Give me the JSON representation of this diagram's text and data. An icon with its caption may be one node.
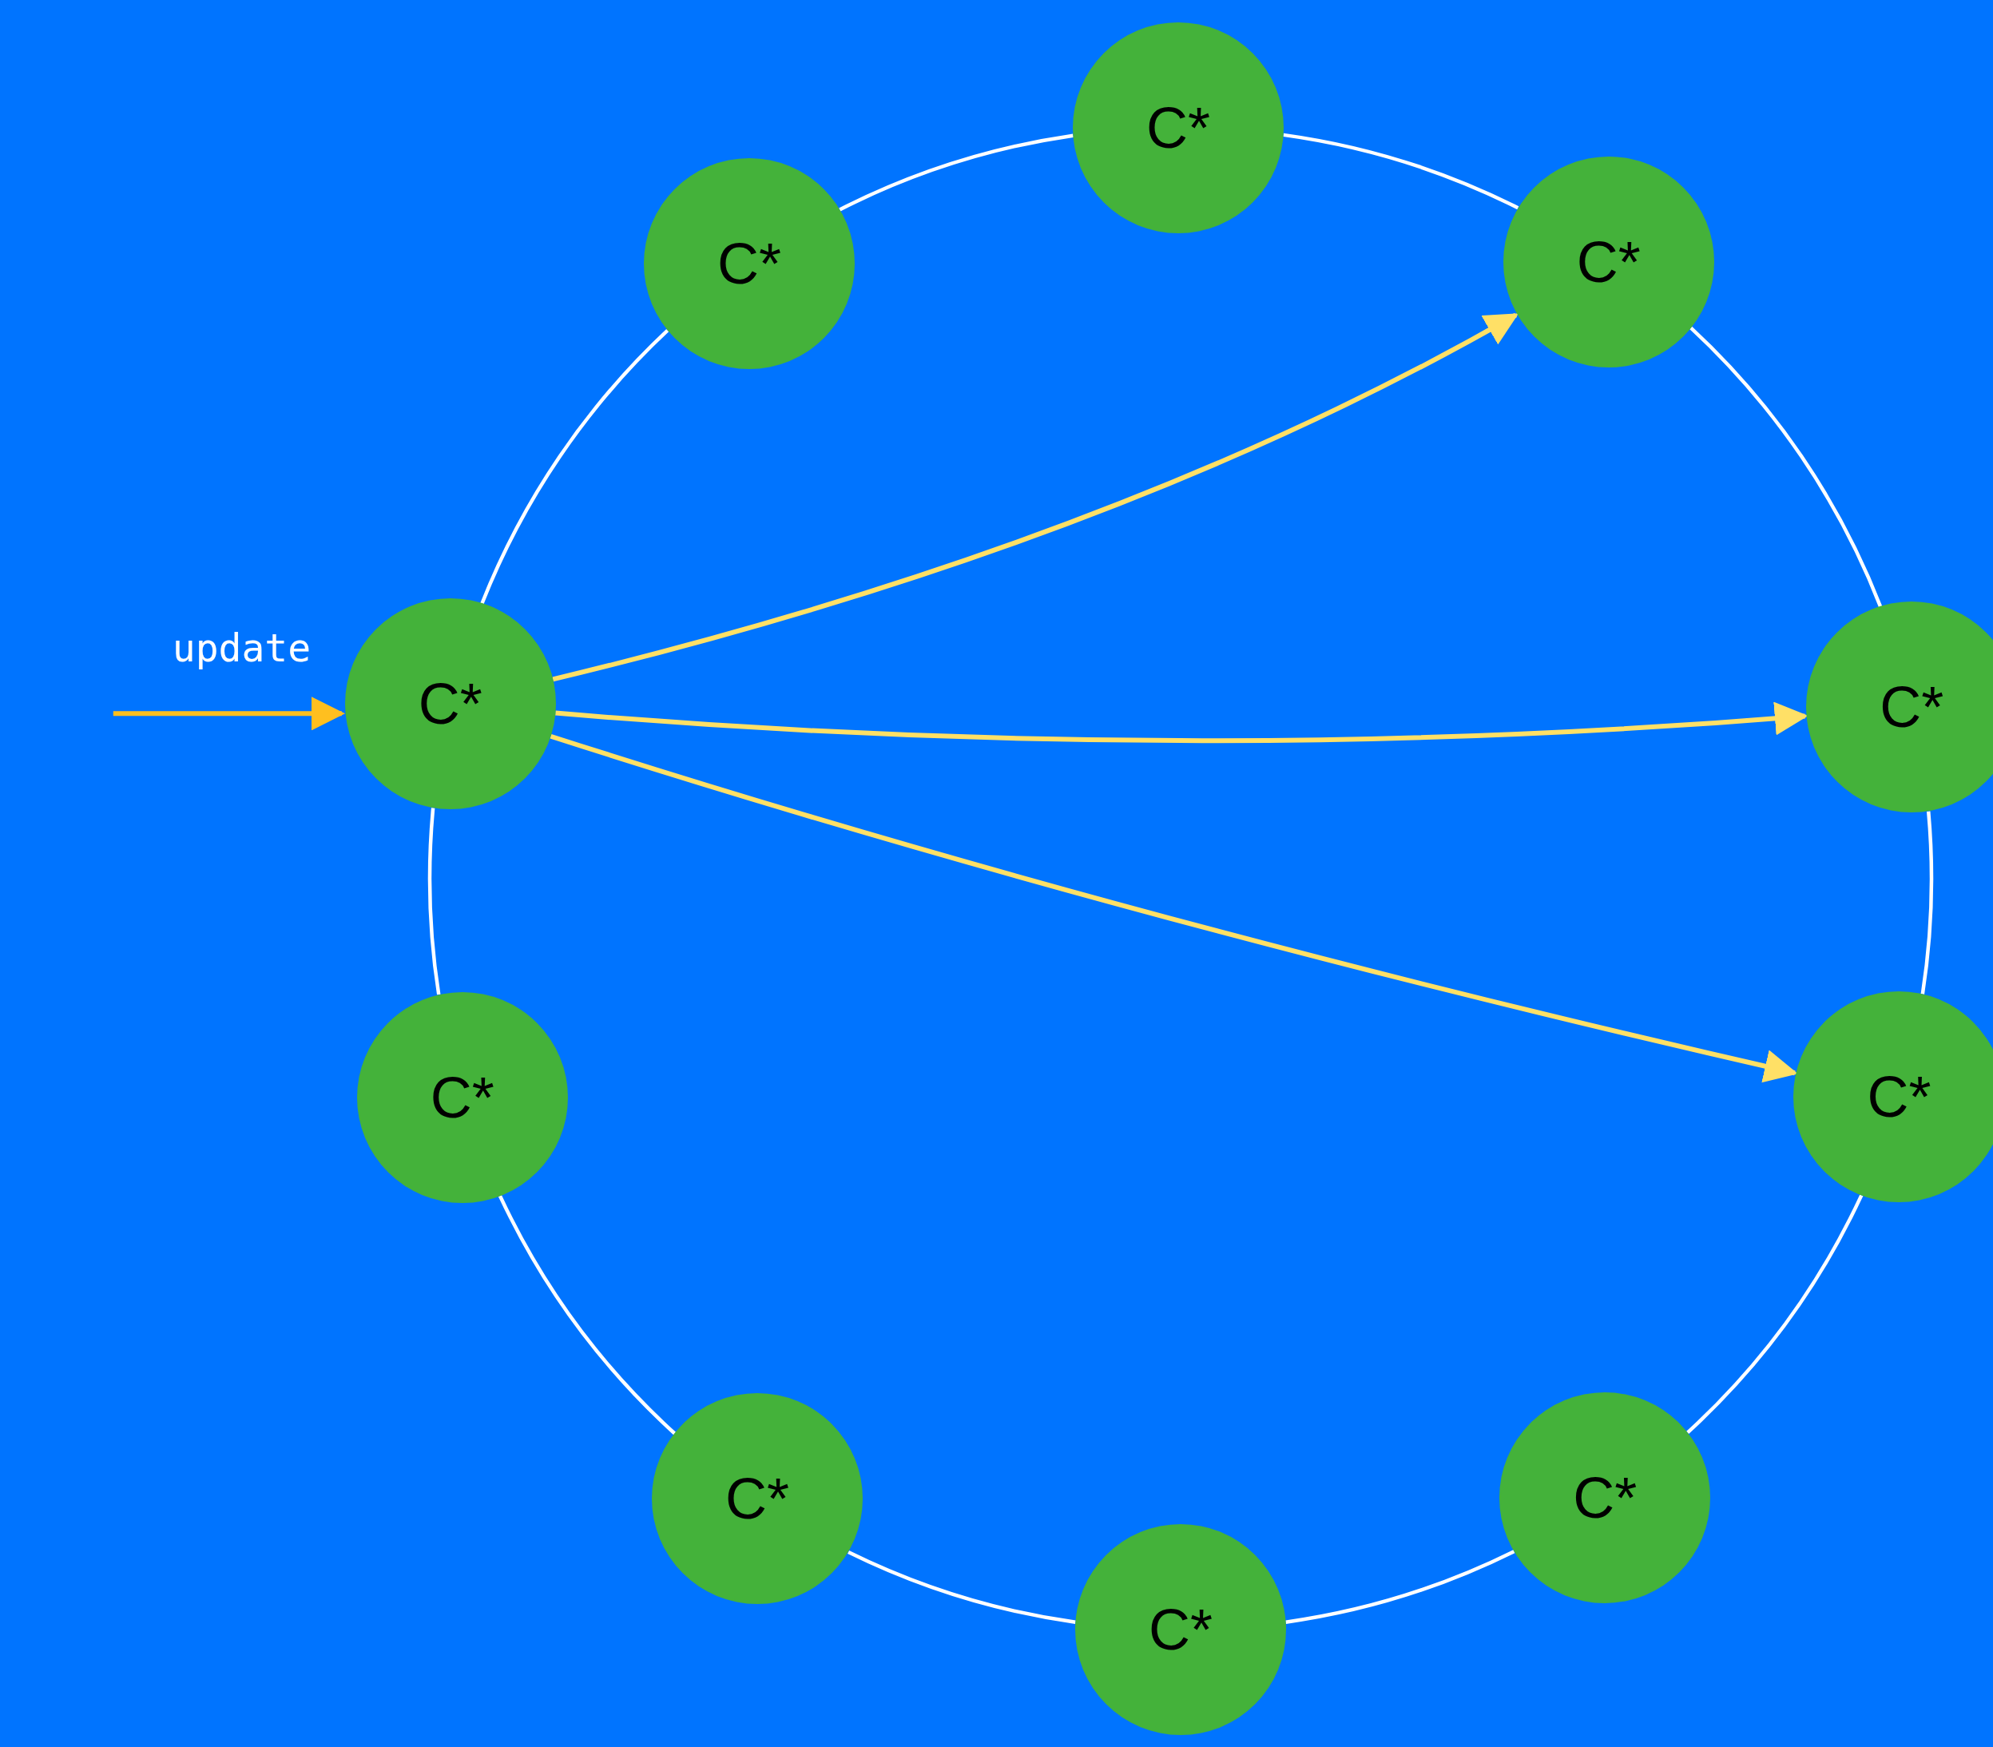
{
  "diagram": {
    "nodes": [
      {
        "text": [
          "C*"
        ]
      },
      {
        "text": [
          "C*"
        ]
      },
      {
        "text": [
          "C*"
        ]
      },
      {
        "text": [
          "C*"
        ]
      },
      {
        "text": [
          "C*"
        ]
      },
      {
        "text": [
          "C*"
        ]
      },
      {
        "text": [
          "C*"
        ]
      },
      {
        "text": [
          "C*"
        ]
      },
      {
        "text": [
          "C*"
        ]
      },
      {
        "text": [
          "C*"
        ]
      }
    ],
    "edges": [
      {
        "from": 0,
        "to": 1,
        "arrow": "none"
      },
      {
        "from": 0,
        "to": 2,
        "arrow": "none"
      },
      {
        "from": 1,
        "to": 3,
        "arrow": "none"
      },
      {
        "from": 2,
        "to": 4,
        "arrow": "none"
      },
      {
        "from": 3,
        "to": 5,
        "arrow": "none"
      },
      {
        "from": 4,
        "to": 6,
        "arrow": "none"
      },
      {
        "from": 5,
        "to": 7,
        "arrow": "none"
      },
      {
        "from": 6,
        "to": 8,
        "arrow": "none"
      },
      {
        "from": 7,
        "to": 9,
        "arrow": "none"
      },
      {
        "from": 8,
        "to": 9,
        "arrow": "none"
      },
      {
        "from": null,
        "to": 3,
        "arrow": "to",
        "label": "update",
        "color": "#ffbf1f"
      },
      {
        "from": 3,
        "to": 2,
        "arrow": "to",
        "color": "#ffe066"
      },
      {
        "from": 3,
        "to": 4,
        "arrow": "to",
        "color": "#ffe066"
      },
      {
        "from": 3,
        "to": 6,
        "arrow": "to",
        "color": "#ffe066"
      }
    ]
  }
}
